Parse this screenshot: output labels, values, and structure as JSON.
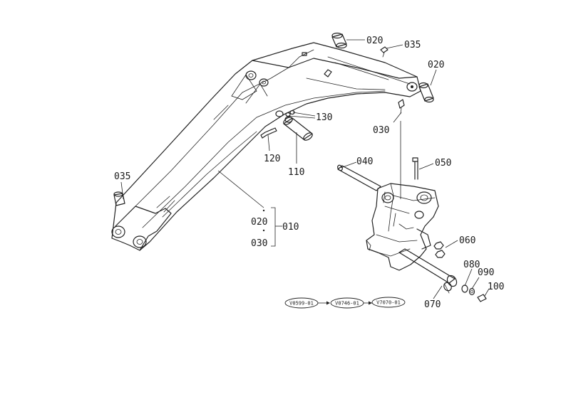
{
  "callouts": {
    "c020_top": "020",
    "c035_top": "035",
    "c020_right": "020",
    "c030_right": "030",
    "c130": "130",
    "c120": "120",
    "c110": "110",
    "c035_left": "035",
    "c040": "040",
    "c050": "050",
    "c020_group": "020",
    "c010": "010",
    "c030_group": "030",
    "c060": "060",
    "c080": "080",
    "c090": "090",
    "c100": "100",
    "c070": "070"
  },
  "versions": [
    "V0599-01",
    "V0746-01",
    "V7070-01"
  ]
}
